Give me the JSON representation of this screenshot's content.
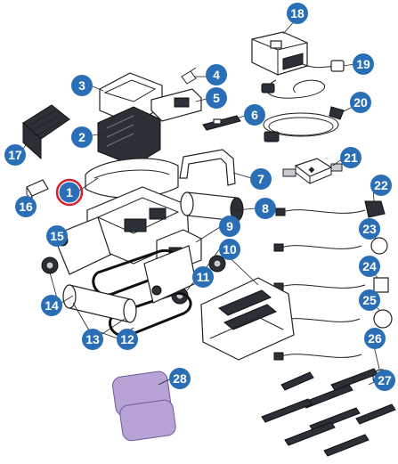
{
  "callouts": [
    {
      "n": "1",
      "selected": true
    },
    {
      "n": "2"
    },
    {
      "n": "3"
    },
    {
      "n": "4"
    },
    {
      "n": "5"
    },
    {
      "n": "6"
    },
    {
      "n": "7"
    },
    {
      "n": "8"
    },
    {
      "n": "9"
    },
    {
      "n": "10"
    },
    {
      "n": "11"
    },
    {
      "n": "12"
    },
    {
      "n": "13"
    },
    {
      "n": "14"
    },
    {
      "n": "15"
    },
    {
      "n": "16"
    },
    {
      "n": "17"
    },
    {
      "n": "18"
    },
    {
      "n": "19"
    },
    {
      "n": "20"
    },
    {
      "n": "21"
    },
    {
      "n": "22"
    },
    {
      "n": "23"
    },
    {
      "n": "24"
    },
    {
      "n": "25"
    },
    {
      "n": "26"
    },
    {
      "n": "27"
    },
    {
      "n": "28"
    }
  ],
  "colors": {
    "badge": "#2a6fb6",
    "selection_ring": "#d8202a",
    "accessory": "#b7a3d6"
  }
}
